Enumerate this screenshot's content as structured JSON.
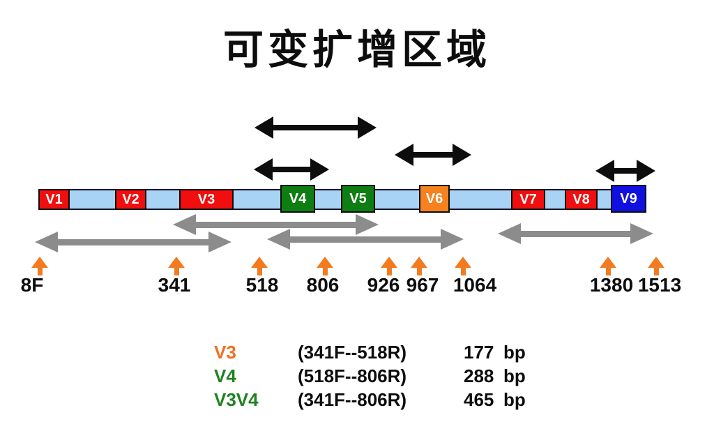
{
  "title": "可变扩增区域",
  "bar": {
    "backbone_color": "#A9D3F5",
    "segments": [
      {
        "label": "V1",
        "color": "#F10E0E"
      },
      {
        "label": "V2",
        "color": "#F10E0E"
      },
      {
        "label": "V3",
        "color": "#F10E0E"
      },
      {
        "label": "V4",
        "color": "#0E7E12"
      },
      {
        "label": "V5",
        "color": "#0E7E12"
      },
      {
        "label": "V6",
        "color": "#F6821F"
      },
      {
        "label": "V7",
        "color": "#F10E0E"
      },
      {
        "label": "V8",
        "color": "#F10E0E"
      },
      {
        "label": "V9",
        "color": "#1010E0"
      }
    ]
  },
  "primers": [
    {
      "label": "8F"
    },
    {
      "label": "341"
    },
    {
      "label": "518"
    },
    {
      "label": "806"
    },
    {
      "label": "926"
    },
    {
      "label": "967"
    },
    {
      "label": "1064"
    },
    {
      "label": "1380"
    },
    {
      "label": "1513"
    }
  ],
  "colors": {
    "primer_arrow": "#F47A20",
    "black_range_arrow": "#0D0D0D",
    "gray_range_arrow": "#8C8C8C"
  },
  "amplicons": [
    {
      "name": "V3",
      "name_color": "#F26F21",
      "primers": "(341F--518R)",
      "size": "177",
      "unit": "bp"
    },
    {
      "name": "V4",
      "name_color": "#1E8220",
      "primers": "(518F--806R)",
      "size": "288",
      "unit": "bp"
    },
    {
      "name": "V3V4",
      "name_color": "#1E8220",
      "primers": "(341F--806R)",
      "size": "465",
      "unit": "bp"
    }
  ]
}
